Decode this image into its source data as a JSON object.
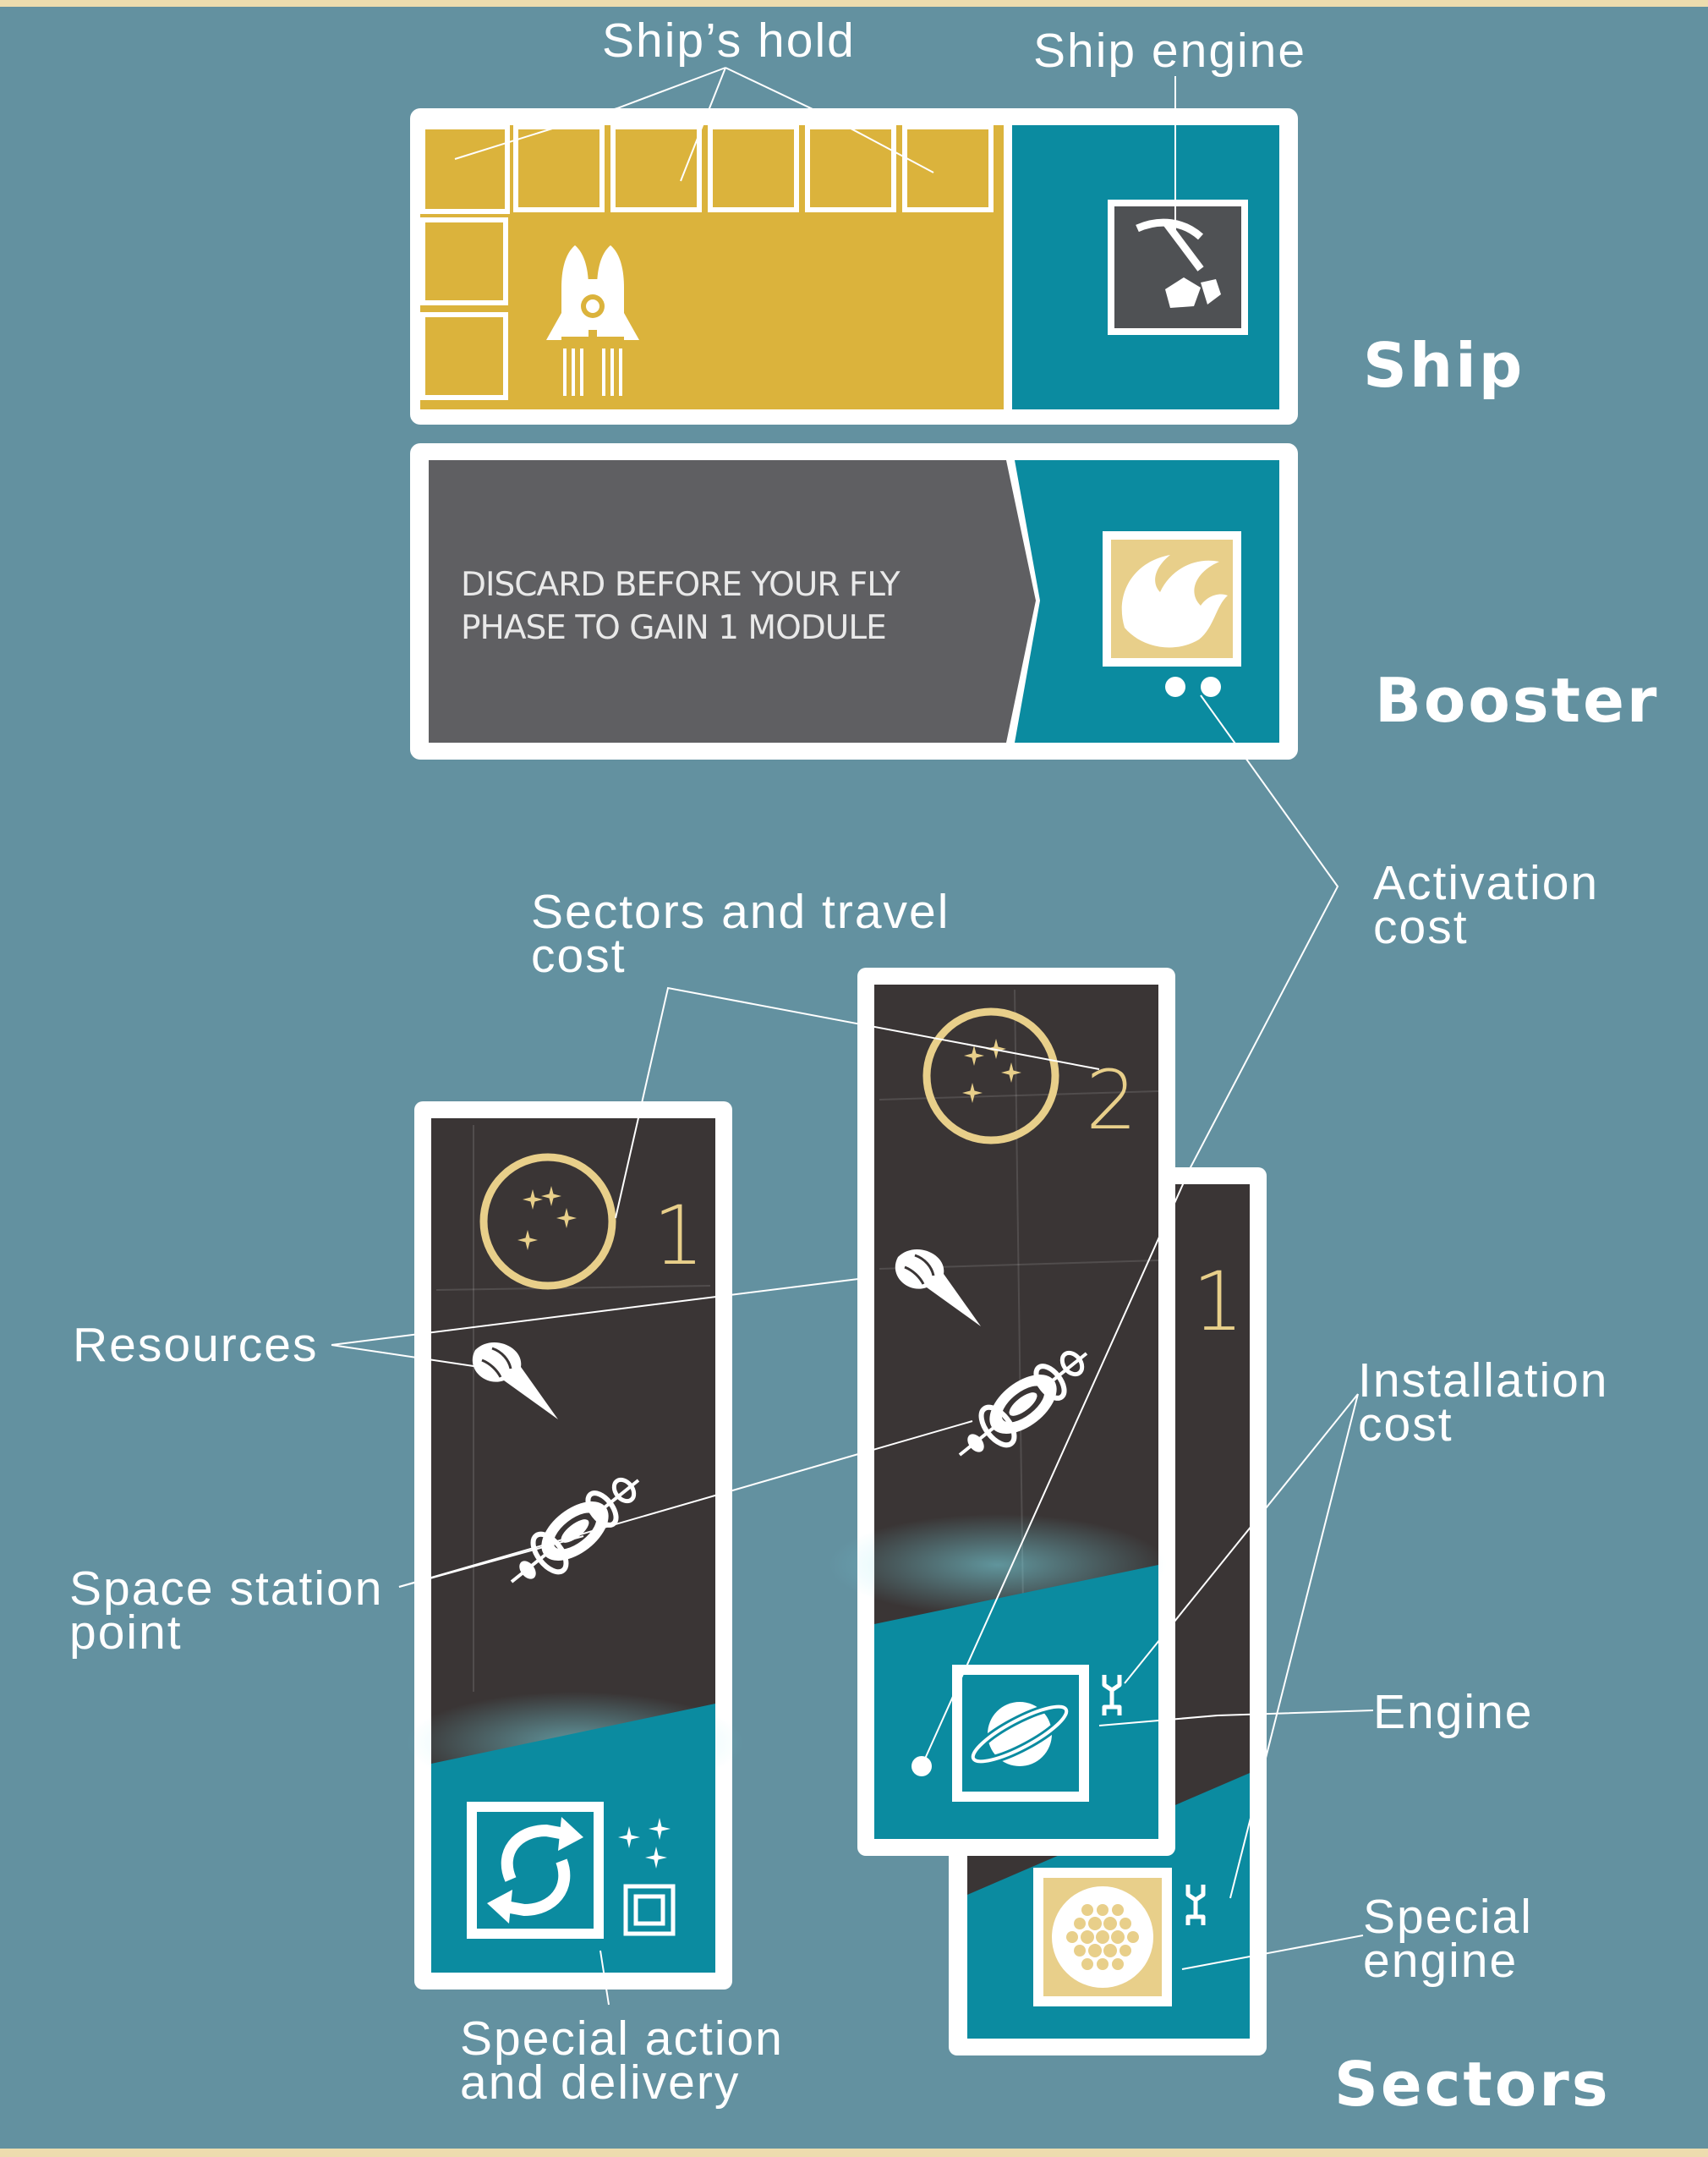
{
  "sections": {
    "ship": "Ship",
    "booster": "Booster",
    "sectors": "Sectors"
  },
  "labels": {
    "ships_hold": "Ship’s hold",
    "ship_engine": "Ship engine",
    "activation_cost": "Activation\ncost",
    "sectors_travel_cost": "Sectors and travel\ncost",
    "resources": "Resources",
    "space_station_point": "Space station\npoint",
    "installation_cost": "Installation\ncost",
    "engine": "Engine",
    "special_engine": "Special\nengine",
    "special_action_delivery": "Special action\nand delivery"
  },
  "booster": {
    "text_line1": "DISCARD BEFORE YOUR FLY",
    "text_line2": "PHASE TO GAIN 1  MODULE"
  },
  "cards": {
    "left_travel_cost": "1",
    "middle_travel_cost": "2",
    "right_travel_cost": "1"
  },
  "icons": {
    "ship_engine": "pickaxe-rocks-icon",
    "booster_engine": "flame-icon",
    "ship": "rocket-icon",
    "resource": "comet-icon",
    "station": "space-station-icon",
    "sector": "stars-circle-icon",
    "left_action": "refresh-icon",
    "middle_engine": "planet-icon",
    "right_engine": "honeycomb-icon",
    "installation": "wrench-icon"
  },
  "colors": {
    "background": "#6391a0",
    "gold": "#dbb33c",
    "teal": "#0b8ba0",
    "space": "#3a3535",
    "grey": "#5f5f62",
    "cream": "#e8cf8a",
    "border": "#ffffff"
  }
}
